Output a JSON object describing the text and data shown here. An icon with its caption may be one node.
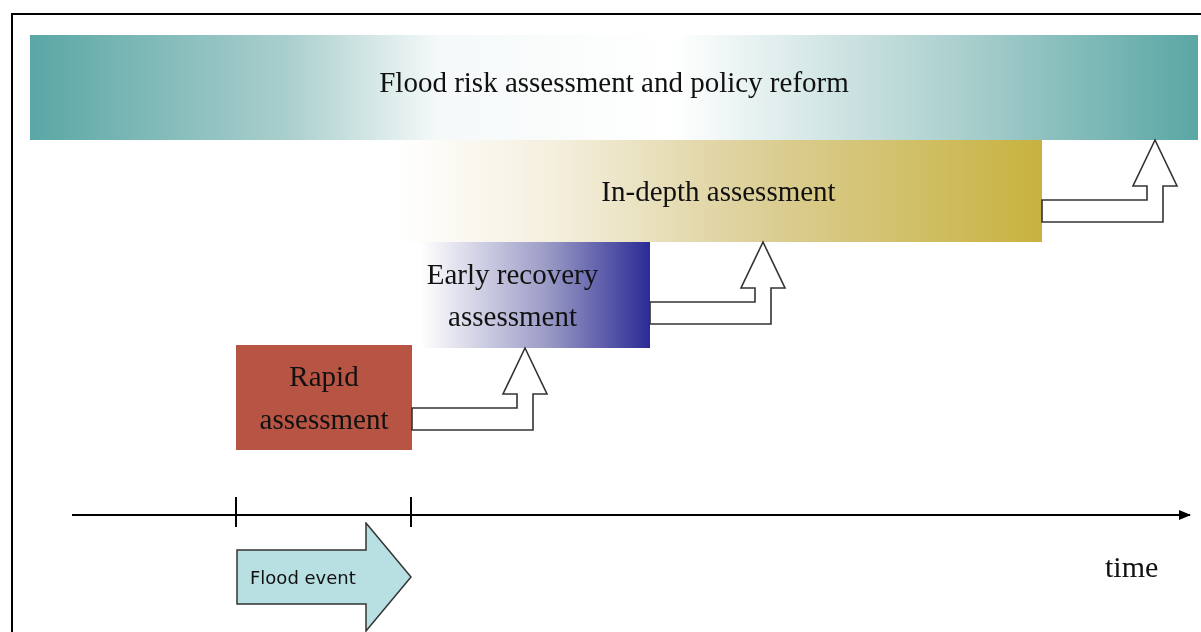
{
  "diagram": {
    "nodes": [
      {
        "text": [
          "Flood risk assessment and policy reform"
        ]
      },
      {
        "text": [
          "In-depth assessment"
        ]
      },
      {
        "text": [
          "Early recovery assessment"
        ]
      },
      {
        "text": [
          "Rapid assessment"
        ]
      },
      {
        "text": [
          "Flood event"
        ]
      }
    ],
    "edges": [
      {
        "from": 3,
        "to": 2,
        "arrow": "to"
      },
      {
        "from": 2,
        "to": 1,
        "arrow": "to"
      },
      {
        "from": 1,
        "to": 0,
        "arrow": "to"
      }
    ],
    "labels": [
      "time"
    ]
  }
}
